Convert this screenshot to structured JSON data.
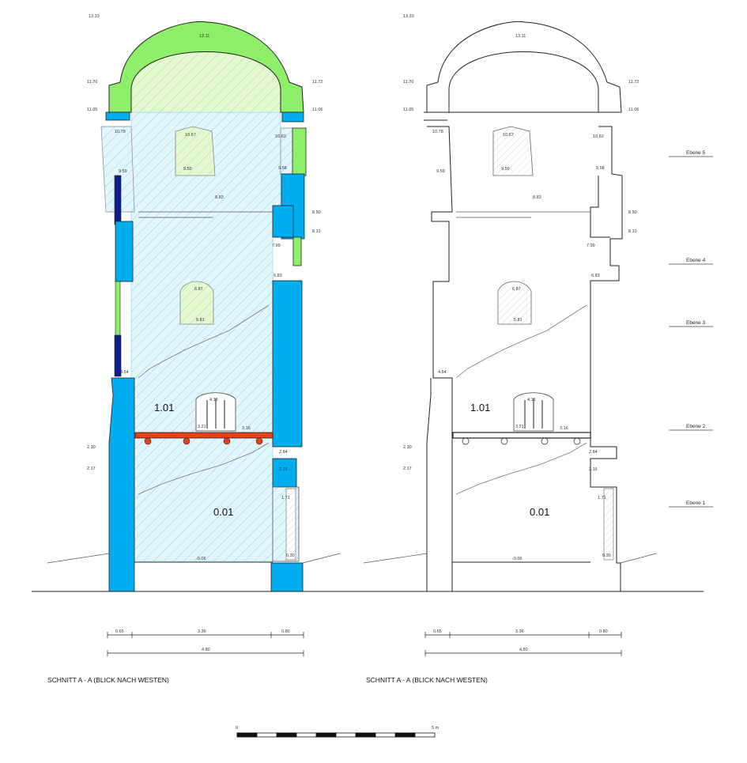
{
  "colors": {
    "blue": "#00aeef",
    "darkblue": "#0b1e8c",
    "green": "#8ef06a",
    "red": "#e8411a",
    "hatch": "#7fd2ee"
  },
  "left": {
    "caption": "SCHNITT A - A (BLICK NACH WESTEN)",
    "rooms": [
      "1.01",
      "0.01"
    ],
    "dims_top": [
      "0.65",
      "3.36",
      "0.80"
    ],
    "dims_total": "4.80"
  },
  "right": {
    "caption": "SCHNITT A - A (BLICK NACH WESTEN)",
    "rooms": [
      "1.01",
      "0.01"
    ],
    "dims_top": [
      "0.65",
      "3.36",
      "0.80"
    ],
    "dims_total": "4.80"
  },
  "levels": [
    "Ebene 5",
    "Ebene 4",
    "Ebene 3",
    "Ebene 2",
    "Ebene 1"
  ],
  "scalebar": {
    "start": "0",
    "end": "5 m"
  },
  "elevations": {
    "top": "13.33",
    "crown": "13.11",
    "eave_left": "11.70",
    "eave_right": "11.72",
    "ring_left": "11.05",
    "ring_right": "11.06",
    "upper_win_top": "10.67",
    "upper_left": "10.78",
    "upper_right": "10.62",
    "upper_win_sill": "9.59",
    "mid_left": "9.59",
    "mid_right": "9.58",
    "beam": "8.83",
    "r_850": "8.50",
    "r_831": "8.31",
    "r_799": "7.99",
    "r_683": "6.83",
    "win_top": "6.87",
    "win_sill": "5.81",
    "stair": "4.54",
    "win2_top": "4.15",
    "floor_a": "3.21",
    "floor_b": "3.16",
    "l_230": "2.30",
    "l_217": "2.17",
    "r_284": "2.84",
    "r_216": "2.16",
    "door": "1.71",
    "base": "-0.06",
    "sill_door": "0.30"
  }
}
